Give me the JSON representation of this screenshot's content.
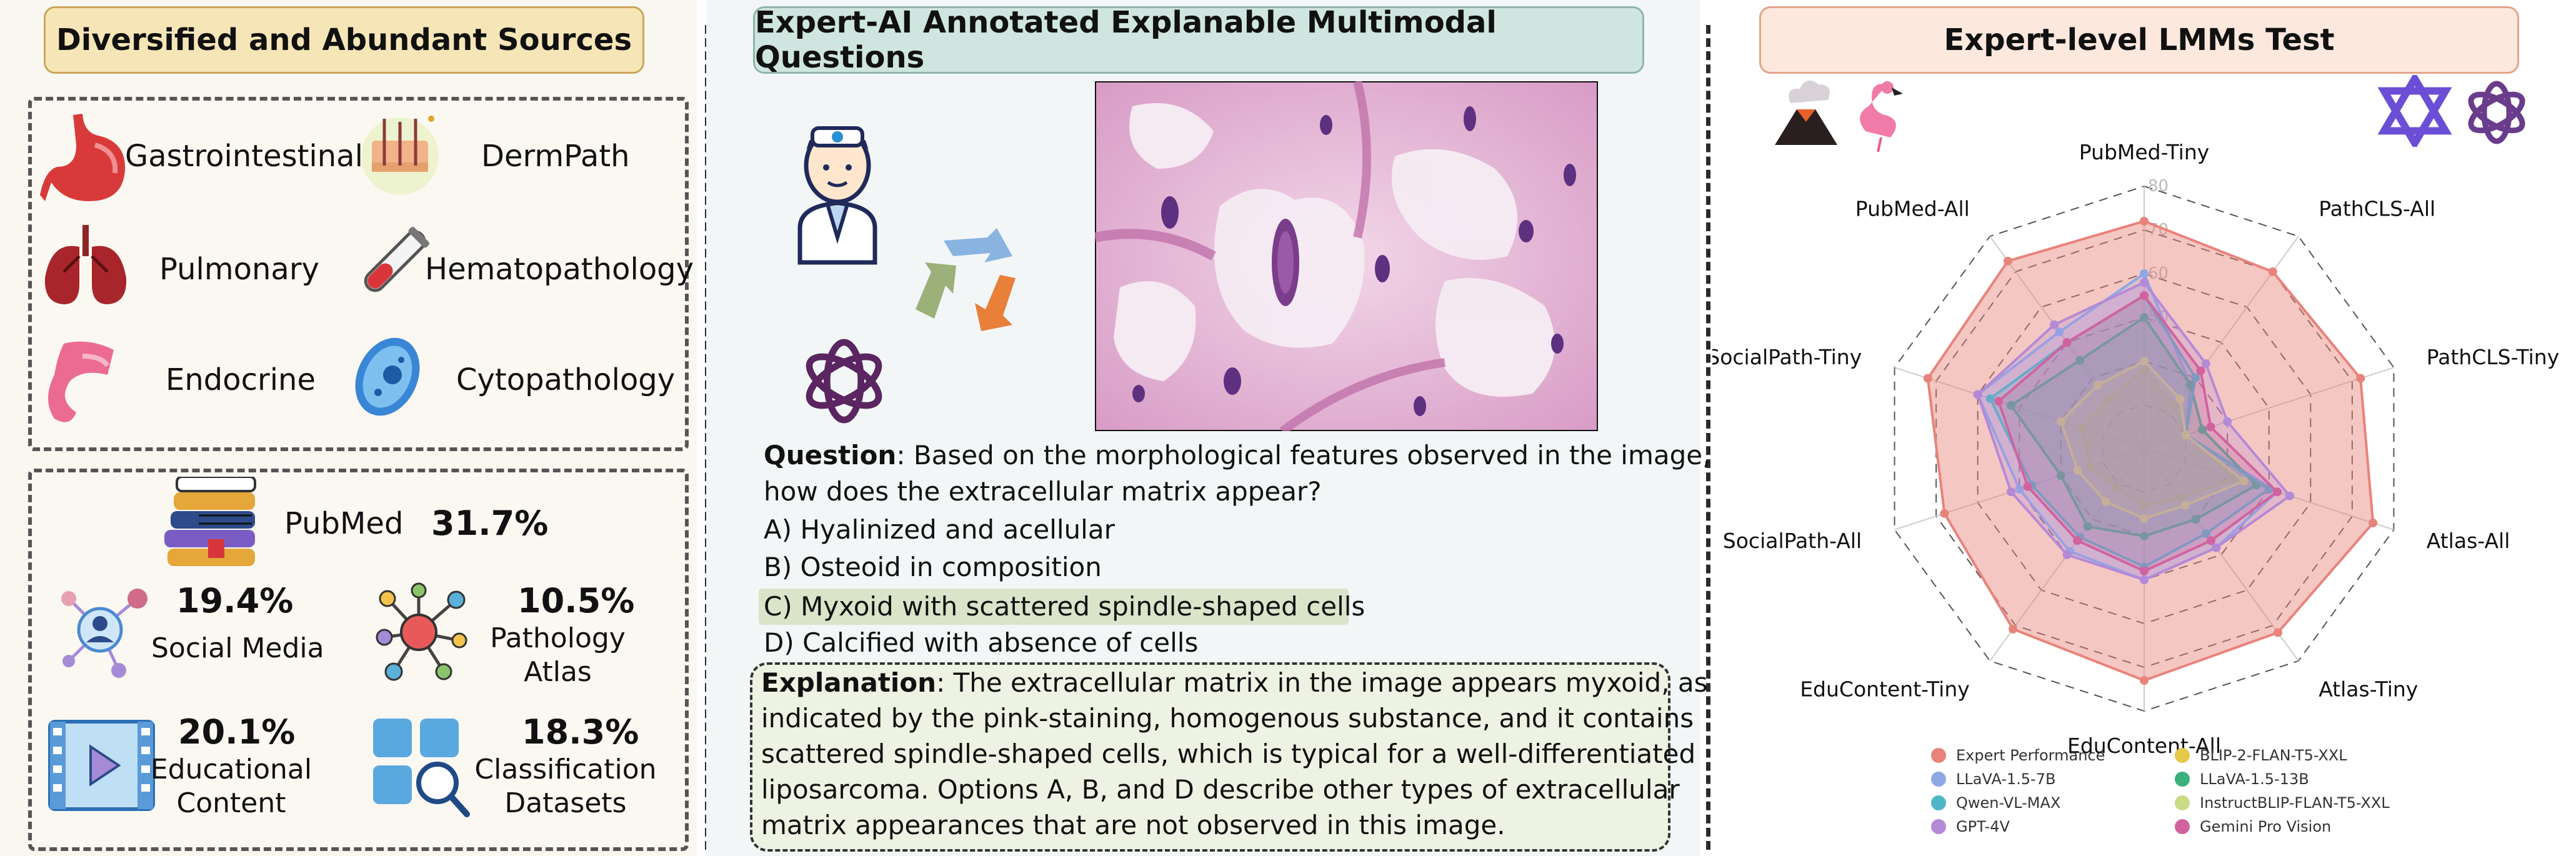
{
  "left": {
    "title": "Diversified and Abundant Sources",
    "sources": {
      "gastrointestinal": "Gastrointestinal",
      "dermpath": "DermPath",
      "pulmonary": "Pulmonary",
      "hematopathology": "Hematopathology",
      "endocrine": "Endocrine",
      "cytopathology": "Cytopathology"
    },
    "stats": {
      "pubmed_label": "PubMed",
      "pubmed_pct": "31.7%",
      "social_pct": "19.4%",
      "social_label": "Social Media",
      "atlas_pct": "10.5%",
      "atlas_label_1": "Pathology",
      "atlas_label_2": "Atlas",
      "edu_pct": "20.1%",
      "edu_label_1": "Educational",
      "edu_label_2": "Content",
      "cls_pct": "18.3%",
      "cls_label_1": "Classification",
      "cls_label_2": "Datasets"
    }
  },
  "middle": {
    "title": "Expert-AI Annotated Explanable Multimodal Questions",
    "question_label": "Question",
    "question_line1": ": Based on the morphological features observed in the image,",
    "question_line2": "how does the extracellular matrix appear?",
    "options": [
      "A) Hyalinized and acellular",
      "B) Osteoid in composition",
      "C) Myxoid with scattered spindle-shaped cells",
      "D) Calcified with absence of cells"
    ],
    "explanation_label": "Explanation",
    "explanation_lines": [
      ": The extracellular matrix in the image appears myxoid, as",
      "indicated by the pink-staining, homogenous substance, and it contains",
      "scattered spindle-shaped cells, which is typical for a well-differentiated",
      "liposarcoma. Options A, B, and D describe other types of extracellular",
      "matrix appearances that are not observed in this image."
    ]
  },
  "right": {
    "title": "Expert-level LMMs Test"
  },
  "chart_data": {
    "type": "radar",
    "axes": [
      "PubMed-Tiny",
      "PathCLS-All",
      "PathCLS-Tiny",
      "Atlas-All",
      "Atlas-Tiny",
      "EduContent-All",
      "EduContent-Tiny",
      "SocialPath-All",
      "SocialPath-Tiny",
      "PubMed-All"
    ],
    "ticks": [
      "50",
      "60",
      "70",
      "80"
    ],
    "series": [
      {
        "name": "Expert Performance",
        "color": "#e8837b",
        "values": [
          72,
          70,
          72,
          75,
          72,
          73,
          71,
          68,
          72,
          73
        ]
      },
      {
        "name": "BLIP-2-FLAN-T5-XXL",
        "color": "#e6c84a",
        "values": [
          38,
          32,
          30,
          42,
          34,
          33,
          31,
          33,
          35,
          34
        ]
      },
      {
        "name": "LLaVA-1.5-7B",
        "color": "#8ea8e6",
        "values": [
          60,
          38,
          30,
          52,
          48,
          50,
          49,
          50,
          60,
          53
        ]
      },
      {
        "name": "LLaVA-1.5-13B",
        "color": "#3bb07c",
        "values": [
          50,
          38,
          34,
          47,
          40,
          40,
          42,
          40,
          52,
          45
        ]
      },
      {
        "name": "Qwen-VL-MAX",
        "color": "#4fb6c6",
        "values": [
          55,
          40,
          30,
          50,
          44,
          47,
          45,
          47,
          57,
          50
        ]
      },
      {
        "name": "InstructBLIP-FLAN-T5-XXL",
        "color": "#c9dc84",
        "values": [
          40,
          34,
          30,
          44,
          36,
          36,
          35,
          36,
          40,
          38
        ]
      },
      {
        "name": "GPT-4V",
        "color": "#b489d6",
        "values": [
          58,
          44,
          40,
          55,
          48,
          50,
          50,
          52,
          60,
          55
        ]
      },
      {
        "name": "Gemini Pro Vision",
        "color": "#d0639e",
        "values": [
          55,
          42,
          36,
          52,
          46,
          48,
          46,
          48,
          55,
          50
        ]
      }
    ]
  }
}
